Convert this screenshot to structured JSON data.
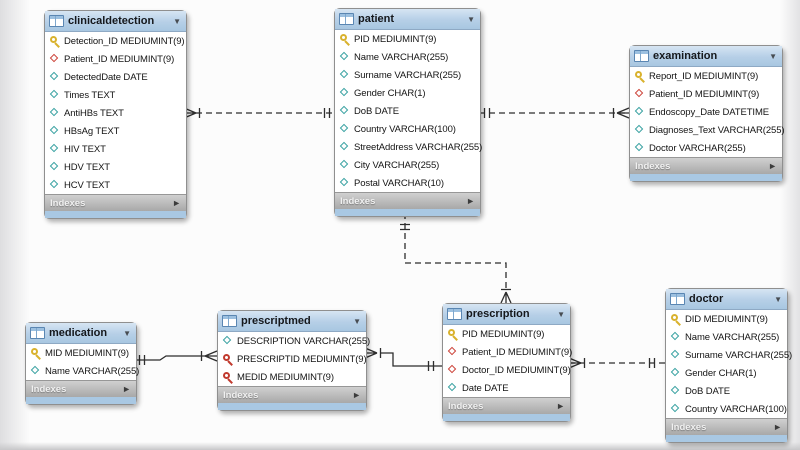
{
  "ui": {
    "collapse_arrow": "▼",
    "expand_arrow": "►",
    "indexes_label": "Indexes"
  },
  "diagram": {
    "colors": {
      "header_blue": "#b6cfe7",
      "footer_strip_blue": "#a9c8e3",
      "indexes_gray": "#a8a8a8",
      "primary_key_yellow": "#d9b22e",
      "foreign_key_red": "#cc4036",
      "column_teal": "#35a0a0",
      "relationship_line": "#2d2d2d"
    },
    "tables": [
      {
        "name": "clinicaldetection",
        "fields": [
          {
            "icon": "primary-key-icon",
            "text": "Detection_ID MEDIUMINT(9)"
          },
          {
            "icon": "foreign-key-icon",
            "text": "Patient_ID MEDIUMINT(9)"
          },
          {
            "icon": "column-icon",
            "text": "DetectedDate DATE"
          },
          {
            "icon": "column-icon",
            "text": "Times TEXT"
          },
          {
            "icon": "column-icon",
            "text": "AntiHBs TEXT"
          },
          {
            "icon": "column-icon",
            "text": "HBsAg TEXT"
          },
          {
            "icon": "column-icon",
            "text": "HIV TEXT"
          },
          {
            "icon": "column-icon",
            "text": "HDV TEXT"
          },
          {
            "icon": "column-icon",
            "text": "HCV TEXT"
          }
        ]
      },
      {
        "name": "patient",
        "fields": [
          {
            "icon": "primary-key-icon",
            "text": "PID MEDIUMINT(9)"
          },
          {
            "icon": "column-icon",
            "text": "Name VARCHAR(255)"
          },
          {
            "icon": "column-icon",
            "text": "Surname VARCHAR(255)"
          },
          {
            "icon": "column-icon",
            "text": "Gender CHAR(1)"
          },
          {
            "icon": "column-icon",
            "text": "DoB DATE"
          },
          {
            "icon": "column-icon",
            "text": "Country VARCHAR(100)"
          },
          {
            "icon": "column-icon",
            "text": "StreetAddress VARCHAR(255)"
          },
          {
            "icon": "column-icon",
            "text": "City VARCHAR(255)"
          },
          {
            "icon": "column-icon",
            "text": "Postal VARCHAR(10)"
          }
        ]
      },
      {
        "name": "examination",
        "fields": [
          {
            "icon": "primary-key-icon",
            "text": "Report_ID MEDIUMINT(9)"
          },
          {
            "icon": "foreign-key-icon",
            "text": "Patient_ID MEDIUMINT(9)"
          },
          {
            "icon": "column-icon",
            "text": "Endoscopy_Date DATETIME"
          },
          {
            "icon": "column-icon",
            "text": "Diagnoses_Text VARCHAR(255)"
          },
          {
            "icon": "column-icon",
            "text": "Doctor VARCHAR(255)"
          }
        ]
      },
      {
        "name": "medication",
        "fields": [
          {
            "icon": "primary-key-icon",
            "text": "MID MEDIUMINT(9)"
          },
          {
            "icon": "column-icon",
            "text": "Name VARCHAR(255)"
          }
        ]
      },
      {
        "name": "prescriptmed",
        "fields": [
          {
            "icon": "column-icon",
            "text": "DESCRIPTION VARCHAR(255)"
          },
          {
            "icon": "primary-foreign-key-icon",
            "text": "PRESCRIPTID MEDIUMINT(9)"
          },
          {
            "icon": "primary-foreign-key-icon",
            "text": "MEDID MEDIUMINT(9)"
          }
        ]
      },
      {
        "name": "prescription",
        "fields": [
          {
            "icon": "primary-key-icon",
            "text": "PID MEDIUMINT(9)"
          },
          {
            "icon": "foreign-key-icon",
            "text": "Patient_ID MEDIUMINT(9)"
          },
          {
            "icon": "foreign-key-icon",
            "text": "Doctor_ID MEDIUMINT(9)"
          },
          {
            "icon": "column-icon",
            "text": "Date DATE"
          }
        ]
      },
      {
        "name": "doctor",
        "fields": [
          {
            "icon": "primary-key-icon",
            "text": "DID MEDIUMINT(9)"
          },
          {
            "icon": "column-icon",
            "text": "Name VARCHAR(255)"
          },
          {
            "icon": "column-icon",
            "text": "Surname VARCHAR(255)"
          },
          {
            "icon": "column-icon",
            "text": "Gender CHAR(1)"
          },
          {
            "icon": "column-icon",
            "text": "DoB DATE"
          },
          {
            "icon": "column-icon",
            "text": "Country VARCHAR(100)"
          }
        ]
      }
    ],
    "relationships": [
      {
        "one_side": "patient",
        "many_side": "clinicaldetection",
        "cardinality": "1:n",
        "style": "dashed"
      },
      {
        "one_side": "patient",
        "many_side": "examination",
        "cardinality": "1:n",
        "style": "dashed"
      },
      {
        "one_side": "patient",
        "many_side": "prescription",
        "cardinality": "1:n",
        "style": "dashed"
      },
      {
        "one_side": "medication",
        "many_side": "prescriptmed",
        "cardinality": "1:n",
        "style": "solid"
      },
      {
        "one_side": "prescription",
        "many_side": "prescriptmed",
        "cardinality": "1:n",
        "style": "solid"
      },
      {
        "one_side": "doctor",
        "many_side": "prescription",
        "cardinality": "1:n",
        "style": "dashed"
      }
    ]
  }
}
